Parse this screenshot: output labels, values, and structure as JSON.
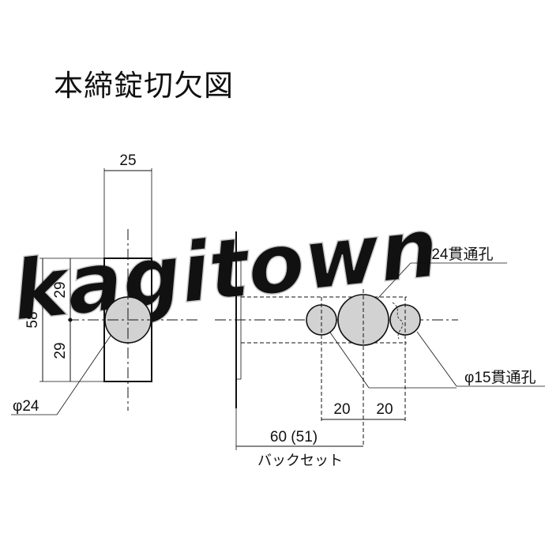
{
  "title": "本締錠切欠図",
  "watermark": "kagitown",
  "dimensions": {
    "front_width": "25",
    "front_height": "58",
    "front_upper": "29",
    "front_lower": "29",
    "front_hole_dia": "φ24",
    "main_hole_dia": "φ24貫通孔",
    "side_hole_dia": "φ15貫通孔",
    "spacing_left": "20",
    "spacing_right": "20",
    "backset": "60 (51)",
    "backset_label": "バックセット"
  }
}
